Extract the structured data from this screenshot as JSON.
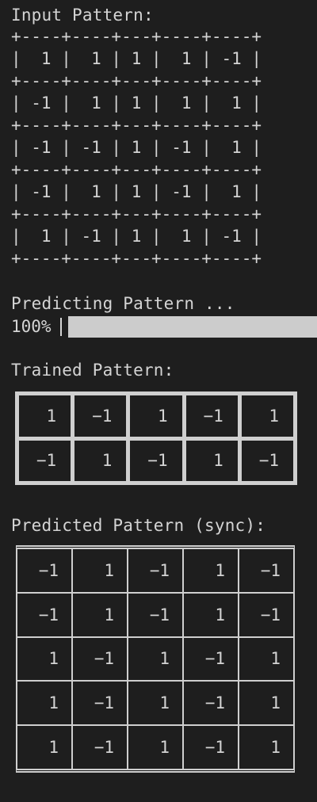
{
  "input_heading": "Input Pattern:",
  "input_table": "+----+----+---+----+----+\n|  1 |  1 | 1 |  1 | -1 |\n+----+----+---+----+----+\n| -1 |  1 | 1 |  1 |  1 |\n+----+----+---+----+----+\n| -1 | -1 | 1 | -1 |  1 |\n+----+----+---+----+----+\n| -1 |  1 | 1 | -1 |  1 |\n+----+----+---+----+----+\n|  1 | -1 | 1 |  1 | -1 |\n+----+----+---+----+----+",
  "predicting_text": "Predicting Pattern ...",
  "progress": {
    "label": "100%",
    "percent": 100,
    "fill_color": "#cccccc"
  },
  "trained_heading": "Trained Pattern:",
  "trained_rows": [
    [
      "1",
      "−1",
      "1",
      "−1",
      "1"
    ],
    [
      "−1",
      "1",
      "−1",
      "1",
      "−1"
    ]
  ],
  "predicted_heading": "Predicted Pattern (sync):",
  "predicted_rows": [
    [
      "−1",
      "1",
      "−1",
      "1",
      "−1"
    ],
    [
      "−1",
      "1",
      "−1",
      "1",
      "−1"
    ],
    [
      "1",
      "−1",
      "1",
      "−1",
      "1"
    ],
    [
      "1",
      "−1",
      "1",
      "−1",
      "1"
    ],
    [
      "1",
      "−1",
      "1",
      "−1",
      "1"
    ]
  ],
  "colors": {
    "background": "#1e1e1e",
    "text": "#d4d4d4",
    "border": "#cfcfcf"
  }
}
